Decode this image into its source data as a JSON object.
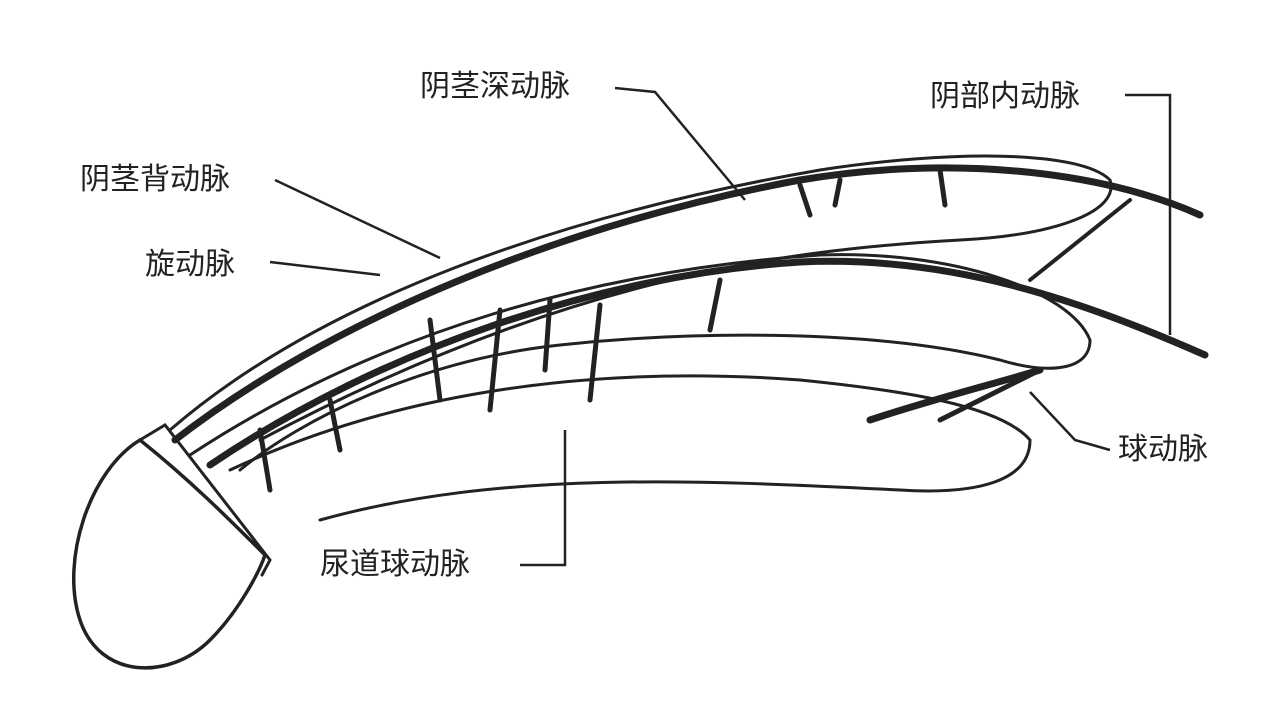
{
  "labels": {
    "deep_artery": "阴茎深动脉",
    "internal_pudendal_artery": "阴部内动脉",
    "dorsal_artery": "阴茎背动脉",
    "circumflex_artery": "旋动脉",
    "bulbar_artery": "球动脉",
    "urethral_bulbar_artery": "尿道球动脉"
  },
  "colors": {
    "ink": "#222222",
    "background": "#ffffff"
  }
}
